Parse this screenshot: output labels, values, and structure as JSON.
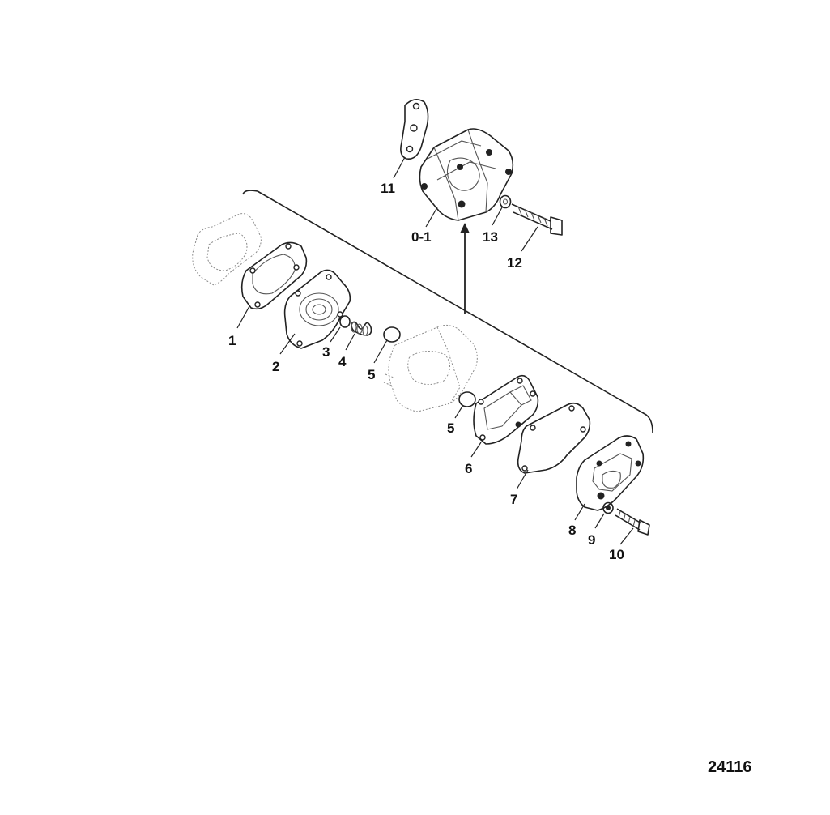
{
  "diagram": {
    "callouts": {
      "c1": "1",
      "c2": "2",
      "c3": "3",
      "c4": "4",
      "c5a": "5",
      "c5b": "5",
      "c6": "6",
      "c7": "7",
      "c8": "8",
      "c9": "9",
      "c10": "10",
      "c11": "11",
      "c12": "12",
      "c13": "13",
      "c01": "0-1"
    },
    "figure_number": "24116"
  }
}
